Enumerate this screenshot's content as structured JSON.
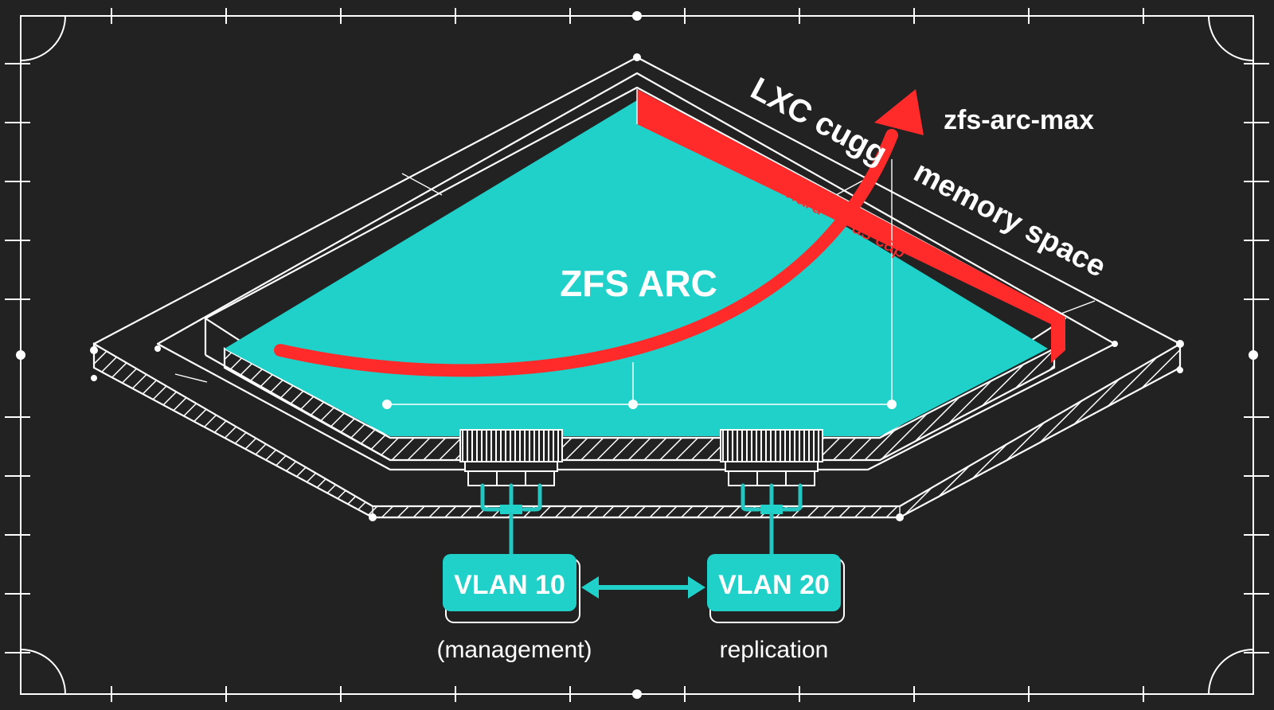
{
  "labels": {
    "center": "ZFS ARC",
    "lxc": "LXC cugg",
    "arc_max": "zfs-arc-max",
    "memory_space": "memory space",
    "hard": "hard",
    "ds_cap": "ds cap"
  },
  "vlans": [
    {
      "tag": "VLAN 10",
      "caption": "(management)"
    },
    {
      "tag": "VLAN 20",
      "caption": "replication"
    }
  ],
  "colors": {
    "background": "#222222",
    "teal": "#1fd1c9",
    "red": "#ff2b2b",
    "line": "#ffffff"
  }
}
